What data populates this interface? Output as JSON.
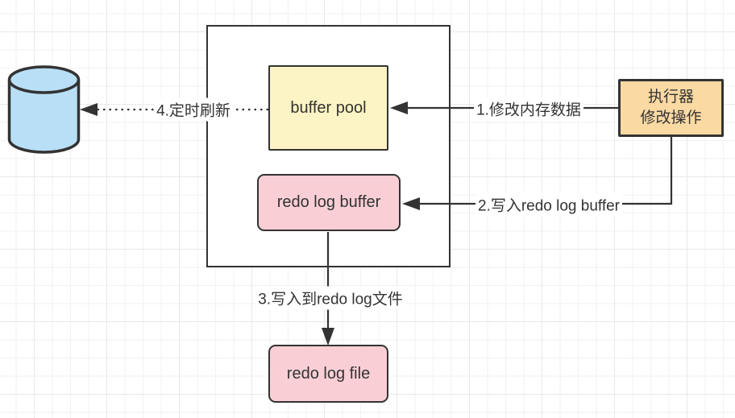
{
  "diagram": {
    "nodes": {
      "buffer_pool": {
        "label": "buffer pool"
      },
      "redo_log_buffer": {
        "label": "redo log buffer"
      },
      "executor": {
        "label": "执行器\n修改操作"
      },
      "redo_log_file": {
        "label": "redo log file"
      }
    },
    "edges": {
      "step1": {
        "label": "1.修改内存数据"
      },
      "step2": {
        "label": "2.写入redo log buffer"
      },
      "step3": {
        "label": "3.写入到redo log文件"
      },
      "step4": {
        "label": "4.定时刷新"
      }
    }
  },
  "colors": {
    "stroke": "#333333",
    "text": "#333333",
    "node_database_fill": "#B8DFF6",
    "node_buffer_pool_fill": "#FCF4C4",
    "node_redo_fill": "#F9CFD5",
    "node_executor_fill": "#FAD9A3",
    "grid_minor": "#F2F2F2",
    "grid_major": "#E8E8E8",
    "canvas_bg": "#FFFFFF"
  }
}
